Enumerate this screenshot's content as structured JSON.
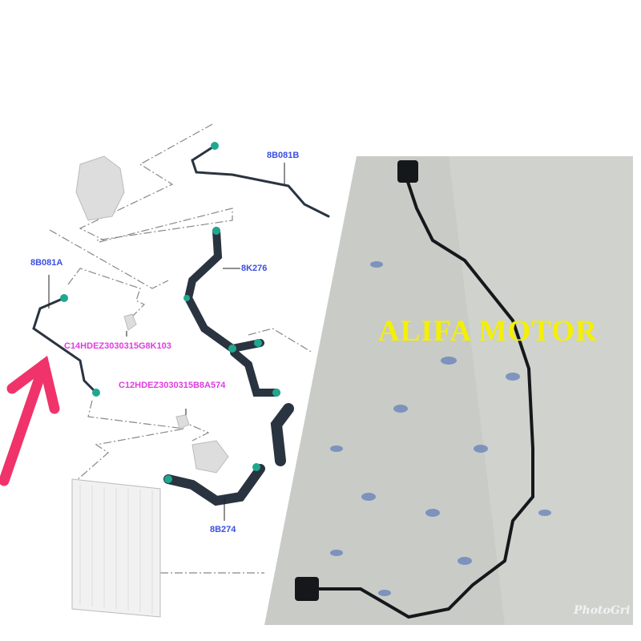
{
  "diagram": {
    "part_labels": [
      "8B081B",
      "8K276",
      "8B081A",
      "8B274"
    ],
    "reference_codes": [
      "C14HDEZ3030315G8K103",
      "C12HDEZ3030315B8A574"
    ],
    "colors": {
      "label_blue": "#3b4fe0",
      "code_magenta": "#e03ce0",
      "hose": "#2a3440",
      "clamp": "#1fa88f",
      "arrow": "#f0336a"
    }
  },
  "photo": {
    "watermark_text": "ALIFA MOTOR",
    "app_watermark": "PhotoGri"
  }
}
